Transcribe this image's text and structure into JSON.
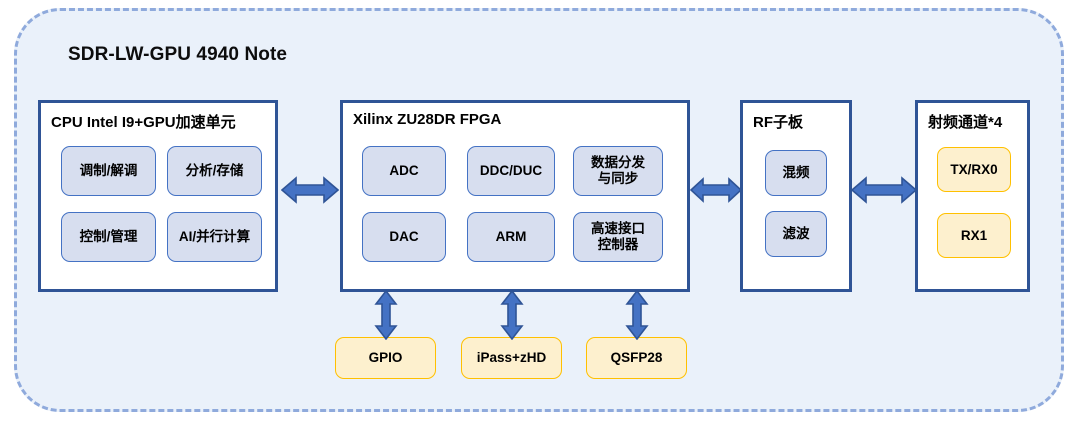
{
  "diagram": {
    "title": "SDR-LW-GPU 4940 Note",
    "colors": {
      "canvas_background": "#FFFFFF",
      "frame_fill": "#EAF1FA",
      "frame_border": "#8FAADC",
      "block_border": "#2F5496",
      "block_fill": "#FFFFFF",
      "sub_blue_fill": "#D7DEEF",
      "sub_blue_border": "#4472C4",
      "sub_amber_fill": "#FDF0CE",
      "sub_amber_border": "#FFC000",
      "arrow_fill": "#4472C4",
      "arrow_stroke": "#2F5496",
      "title_text": "#0D0D0D"
    }
  },
  "blocks": {
    "cpu": {
      "title": "CPU Intel I9+GPU加速单元",
      "items": [
        {
          "label": "调制/解调"
        },
        {
          "label": "分析/存储"
        },
        {
          "label": "控制/管理"
        },
        {
          "label": "AI/并行计算"
        }
      ]
    },
    "fpga": {
      "title": "Xilinx ZU28DR FPGA",
      "items": [
        {
          "label": "ADC",
          "line1": "ADC",
          "line2": ""
        },
        {
          "label": "DDC/DUC",
          "line1": "DDC/DUC",
          "line2": ""
        },
        {
          "label": "数据分发与同步",
          "line1": "数据分发",
          "line2": "与同步"
        },
        {
          "label": "DAC",
          "line1": "DAC",
          "line2": ""
        },
        {
          "label": "ARM",
          "line1": "ARM",
          "line2": ""
        },
        {
          "label": "高速接口控制器",
          "line1": "高速接口",
          "line2": "控制器"
        }
      ]
    },
    "rf_board": {
      "title": "RF子板",
      "items": [
        {
          "label": "混频"
        },
        {
          "label": "滤波"
        }
      ]
    },
    "rf_channels": {
      "title": "射频通道*4",
      "items": [
        {
          "label": "TX/RX0"
        },
        {
          "label": "RX1"
        }
      ]
    }
  },
  "interfaces": [
    {
      "label": "GPIO"
    },
    {
      "label": "iPass+zHD"
    },
    {
      "label": "QSFP28"
    }
  ],
  "connectors": [
    {
      "name": "cpu-fpga",
      "style": "double-headed-horizontal"
    },
    {
      "name": "fpga-rf-board",
      "style": "double-headed-horizontal"
    },
    {
      "name": "rf-board-rf-channels",
      "style": "double-headed-horizontal"
    },
    {
      "name": "fpga-gpio",
      "style": "double-headed-vertical"
    },
    {
      "name": "fpga-ipass",
      "style": "double-headed-vertical"
    },
    {
      "name": "fpga-qsfp28",
      "style": "double-headed-vertical"
    }
  ]
}
